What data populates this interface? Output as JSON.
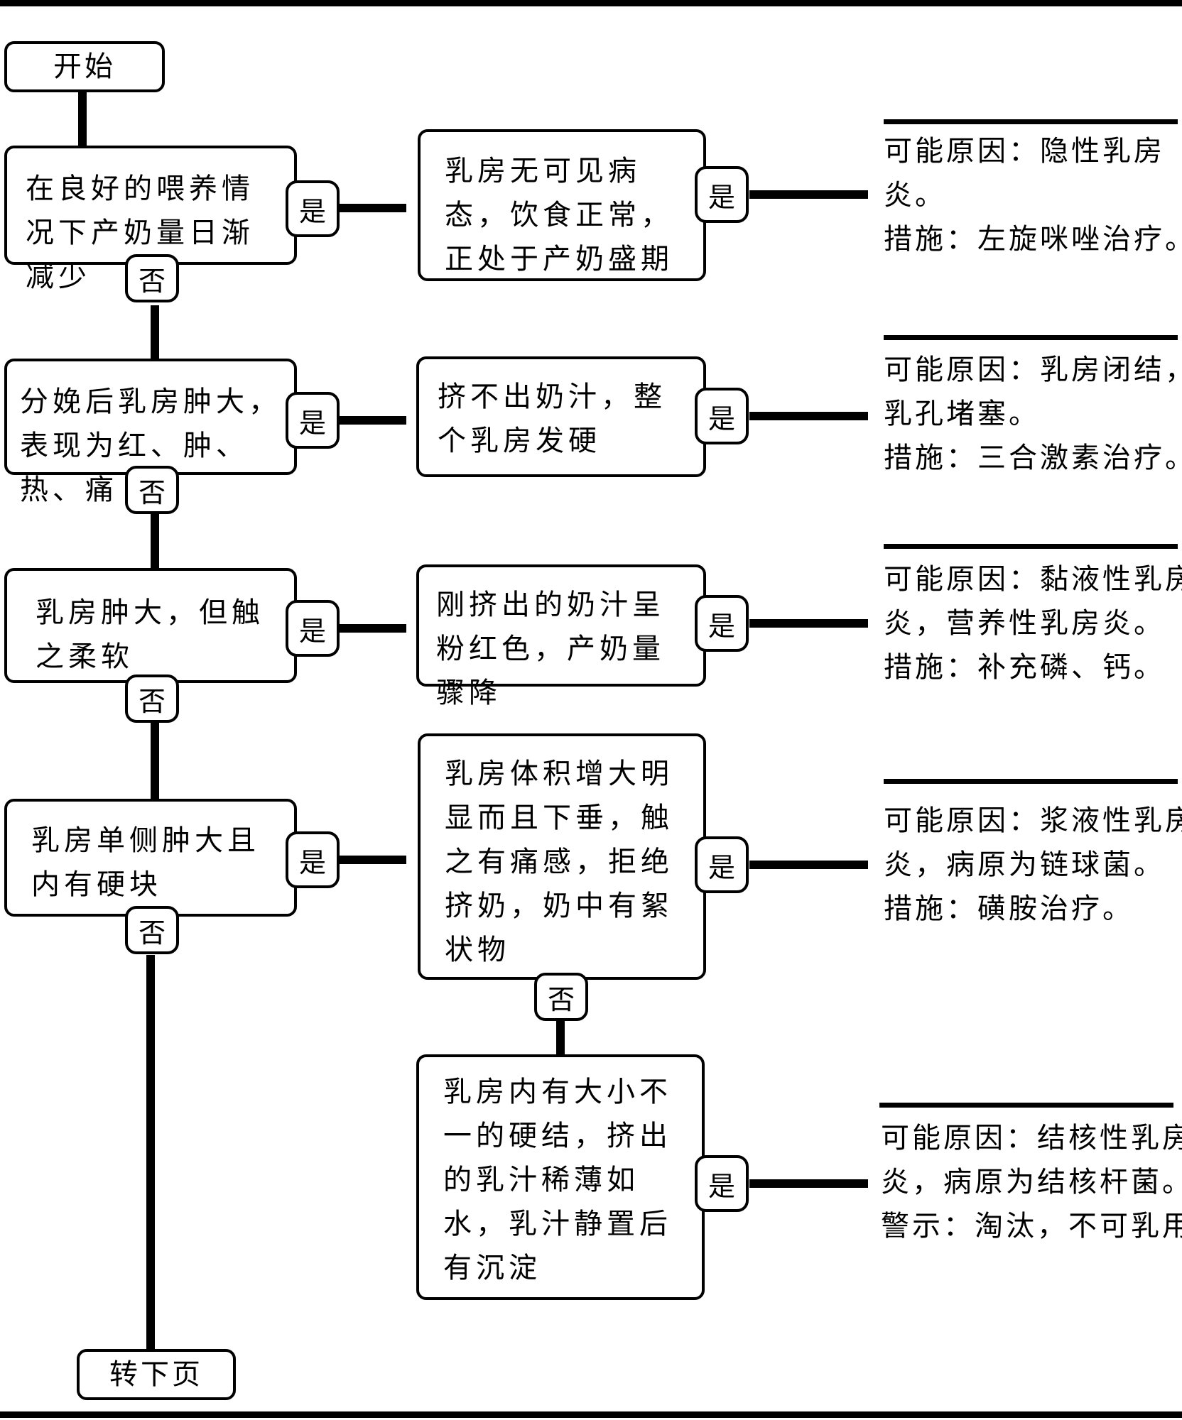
{
  "flow": {
    "start": "开始",
    "end": "转下页",
    "yes_label": "是",
    "no_label": "否",
    "questions": [
      "在良好的喂养情况下产奶量日渐减少",
      "分娩后乳房肿大，表现为红、肿、热、痛",
      "乳房肿大，但触之柔软",
      "乳房单侧肿大且内有硬块"
    ],
    "symptoms": [
      "乳房无可见病态，饮食正常，正处于产奶盛期",
      "挤不出奶汁，整个乳房发硬",
      "刚挤出的奶汁呈粉红色，产奶量骤降",
      "乳房体积增大明显而且下垂，触之有痛感，拒绝挤奶，奶中有絮状物",
      "乳房内有大小不一的硬结，挤出的乳汁稀薄如水，乳汁静置后有沉淀"
    ],
    "results": [
      "可能原因：隐性乳房\n炎。\n措施：左旋咪唑治疗。",
      "可能原因：乳房闭结，\n乳孔堵塞。\n措施：三合激素治疗。",
      "可能原因：黏液性乳房\n炎，营养性乳房炎。\n措施：补充磷、钙。",
      "可能原因：浆液性乳房\n炎，病原为链球菌。\n措施：磺胺治疗。",
      "可能原因：结核性乳房\n炎，病原为结核杆菌。\n警示：淘汰，不可乳用。"
    ]
  }
}
